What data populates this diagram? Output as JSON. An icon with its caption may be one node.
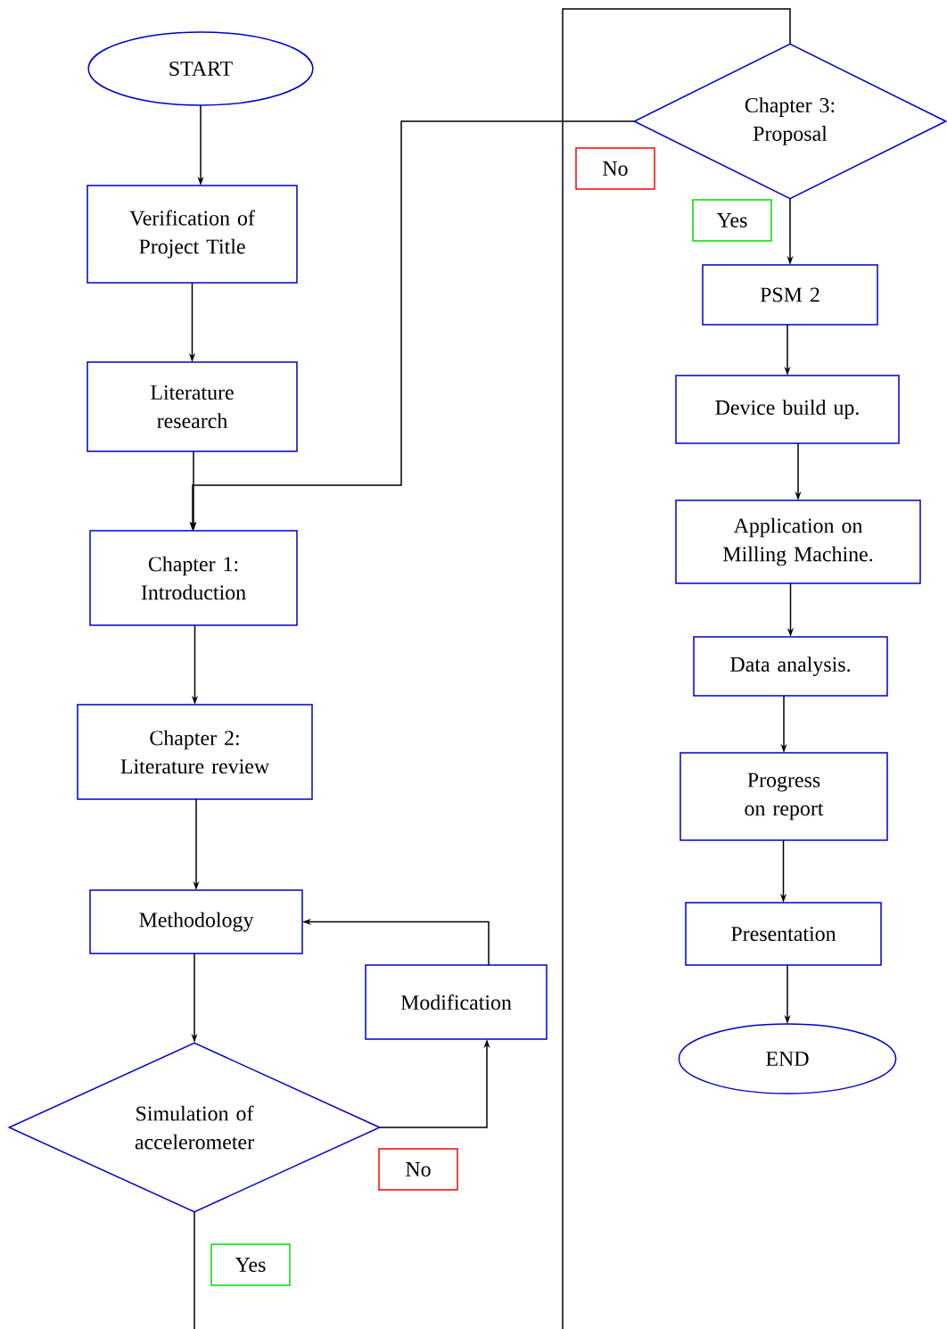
{
  "diagram": {
    "nodes": [
      {
        "text": [
          "START"
        ]
      },
      {
        "text": [
          "Verification of Project Title"
        ]
      },
      {
        "text": [
          "Literature research"
        ]
      },
      {
        "text": [
          "Chapter 1: Introduction"
        ]
      },
      {
        "text": [
          "Chapter 2: Literature review"
        ]
      },
      {
        "text": [
          "Methodology"
        ]
      },
      {
        "text": [
          "Modification"
        ]
      },
      {
        "text": [
          "Simulation of accelerometer"
        ]
      },
      {
        "text": [
          "Chapter 3: Proposal"
        ]
      },
      {
        "text": [
          "PSM 2"
        ]
      },
      {
        "text": [
          "Device build up."
        ]
      },
      {
        "text": [
          "Application on Milling Machine."
        ]
      },
      {
        "text": [
          "Data analysis."
        ]
      },
      {
        "text": [
          "Progress on report"
        ]
      },
      {
        "text": [
          "Presentation"
        ]
      },
      {
        "text": [
          "END"
        ]
      }
    ],
    "edges": [
      {
        "from": 0,
        "to": 1,
        "arrow": "to"
      },
      {
        "from": 1,
        "to": 2,
        "arrow": "to"
      },
      {
        "from": 2,
        "to": 3,
        "arrow": "to"
      },
      {
        "from": 8,
        "to": 3,
        "arrow": "to",
        "label": "No"
      },
      {
        "from": 3,
        "to": 4,
        "arrow": "to"
      },
      {
        "from": 4,
        "to": 5,
        "arrow": "to"
      },
      {
        "from": 5,
        "to": 7,
        "arrow": "to"
      },
      {
        "from": 7,
        "to": 6,
        "arrow": "to",
        "label": "No"
      },
      {
        "from": 6,
        "to": 5,
        "arrow": "to"
      },
      {
        "from": 7,
        "to": null,
        "arrow": "none",
        "label": "Yes"
      },
      {
        "from": null,
        "to": 8,
        "arrow": "none"
      },
      {
        "from": 8,
        "to": 9,
        "arrow": "to",
        "label": "Yes"
      },
      {
        "from": 9,
        "to": 10,
        "arrow": "to"
      },
      {
        "from": 10,
        "to": 11,
        "arrow": "to"
      },
      {
        "from": 11,
        "to": 12,
        "arrow": "to"
      },
      {
        "from": 12,
        "to": 13,
        "arrow": "to"
      },
      {
        "from": 13,
        "to": 14,
        "arrow": "to"
      },
      {
        "from": 14,
        "to": 15,
        "arrow": "to"
      }
    ]
  }
}
